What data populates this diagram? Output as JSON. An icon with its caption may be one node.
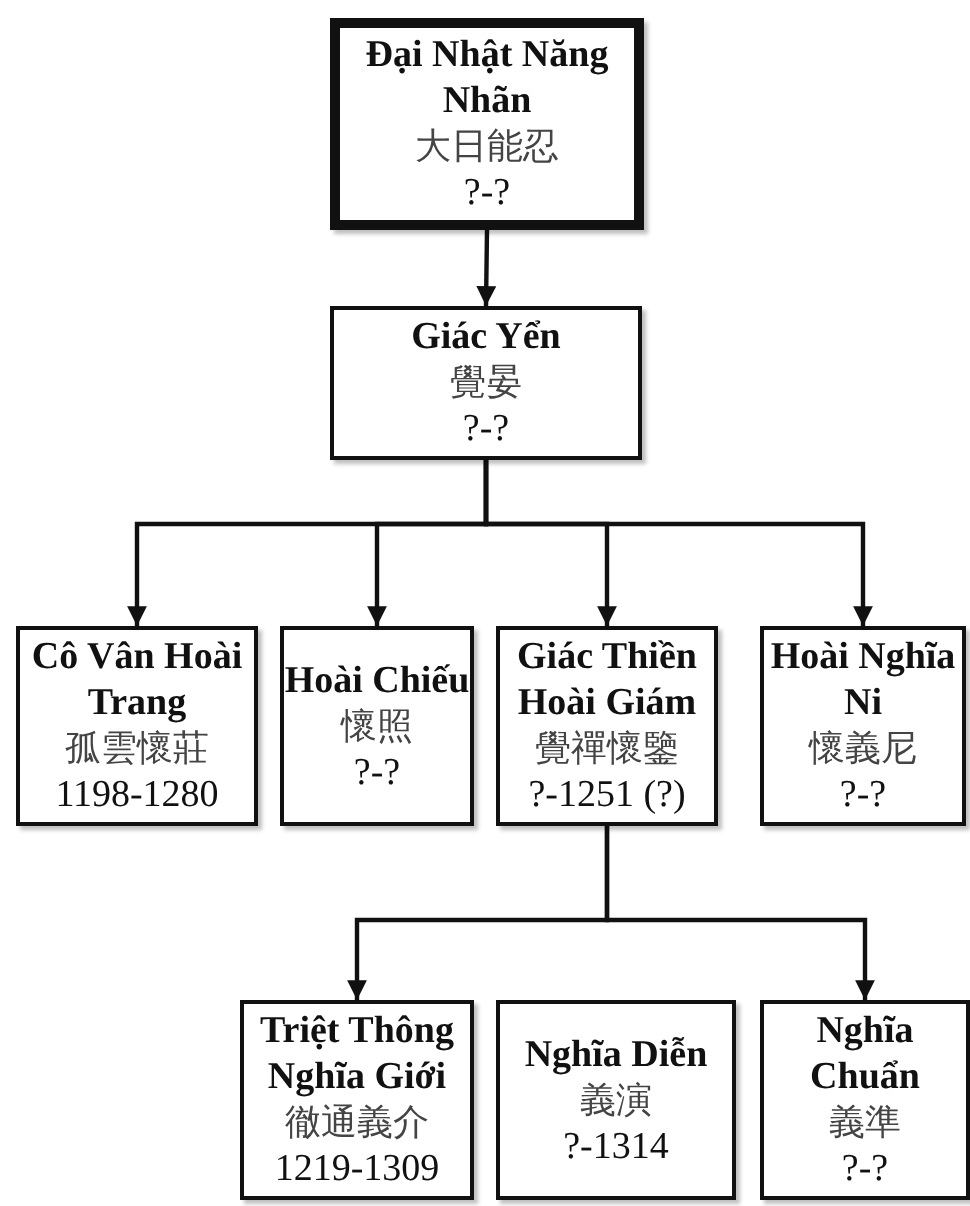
{
  "diagram": {
    "nodes": [
      {
        "text": [
          "Đại Nhật Năng Nhãn",
          "大日能忍",
          "?-?"
        ]
      },
      {
        "text": [
          "Giác Yển",
          "覺晏",
          "?-?"
        ]
      },
      {
        "text": [
          "Cô Vân Hoài Trang",
          "孤雲懷莊",
          "1198-1280"
        ]
      },
      {
        "text": [
          "Hoài Chiếu",
          "懷照",
          "?-?"
        ]
      },
      {
        "text": [
          "Giác Thiền Hoài Giám",
          "覺禪懷鑒",
          "?-1251 (?)"
        ]
      },
      {
        "text": [
          "Hoài Nghĩa Ni",
          "懷義尼",
          "?-?"
        ]
      },
      {
        "text": [
          "Triệt Thông Nghĩa Giới",
          "徹通義介",
          "1219-1309"
        ]
      },
      {
        "text": [
          "Nghĩa Diễn",
          "義演",
          "?-1314"
        ]
      },
      {
        "text": [
          "Nghĩa Chuẩn",
          "義準",
          "?-?"
        ]
      }
    ],
    "edges": [
      {
        "from": 0,
        "to": 1,
        "arrow": "to"
      },
      {
        "from": 1,
        "to": 2,
        "arrow": "to"
      },
      {
        "from": 1,
        "to": 3,
        "arrow": "to"
      },
      {
        "from": 1,
        "to": 4,
        "arrow": "to"
      },
      {
        "from": 1,
        "to": 5,
        "arrow": "to"
      },
      {
        "from": 4,
        "to": 6,
        "arrow": "to"
      },
      {
        "from": 4,
        "to": 8,
        "arrow": "to"
      }
    ]
  }
}
